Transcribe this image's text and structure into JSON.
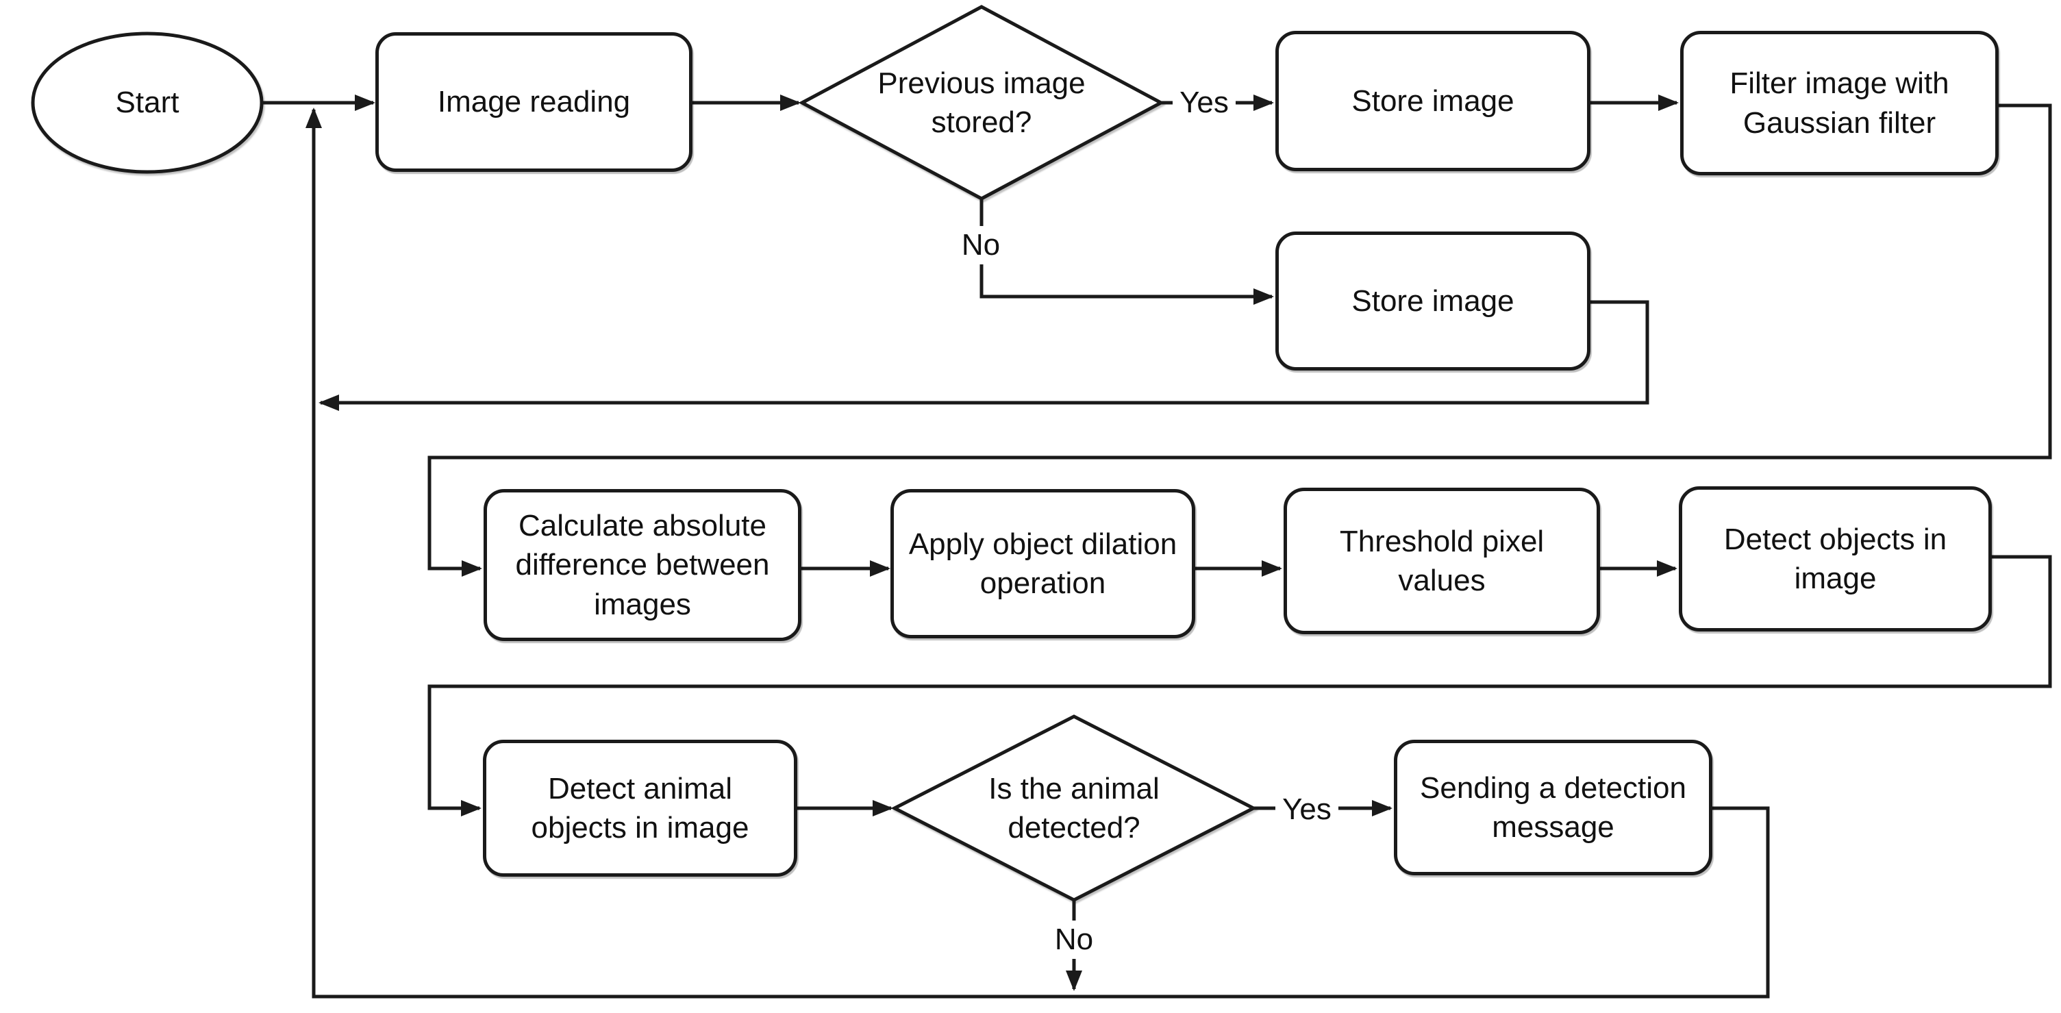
{
  "diagram": {
    "background": "#ffffff",
    "stroke_color": "#1a1a1a",
    "text_color": "#111111",
    "nodes": {
      "start": {
        "shape": "ellipse",
        "label": "Start"
      },
      "image_reading": {
        "shape": "process",
        "label": "Image reading"
      },
      "previous_image_stored": {
        "shape": "decision",
        "label": "Previous image stored?"
      },
      "store_image_yes": {
        "shape": "process",
        "label": "Store image"
      },
      "filter_gaussian": {
        "shape": "process",
        "label": "Filter image with Gaussian filter"
      },
      "store_image_no": {
        "shape": "process",
        "label": "Store image"
      },
      "calculate_abs_difference": {
        "shape": "process",
        "label": "Calculate absolute difference between images"
      },
      "apply_dilation": {
        "shape": "process",
        "label": "Apply object dilation operation"
      },
      "threshold_pixel_values": {
        "shape": "process",
        "label": "Threshold pixel values"
      },
      "detect_objects": {
        "shape": "process",
        "label": "Detect objects in image"
      },
      "detect_animal_objects": {
        "shape": "process",
        "label": "Detect animal objects in image"
      },
      "is_animal_detected": {
        "shape": "decision",
        "label": "Is the animal detected?"
      },
      "send_detection_message": {
        "shape": "process",
        "label": "Sending a detection message"
      }
    },
    "edge_labels": {
      "previous_stored_yes": "Yes",
      "previous_stored_no": "No",
      "animal_detected_yes": "Yes",
      "animal_detected_no": "No"
    }
  }
}
